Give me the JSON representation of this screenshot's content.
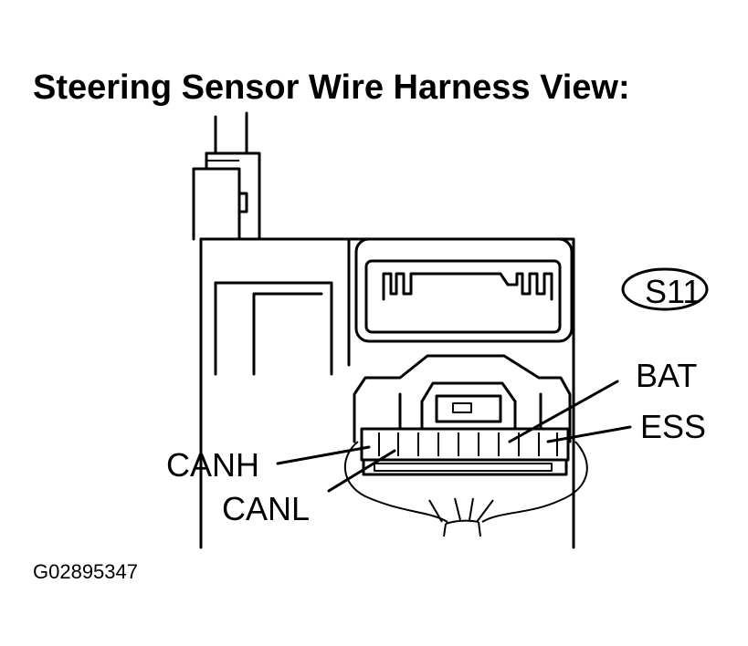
{
  "title": "Steering Sensor Wire Harness View:",
  "connector_code": "S11",
  "pins": {
    "canh": "CANH",
    "canl": "CANL",
    "bat": "BAT",
    "ess": "ESS"
  },
  "figure_id": "G02895347"
}
